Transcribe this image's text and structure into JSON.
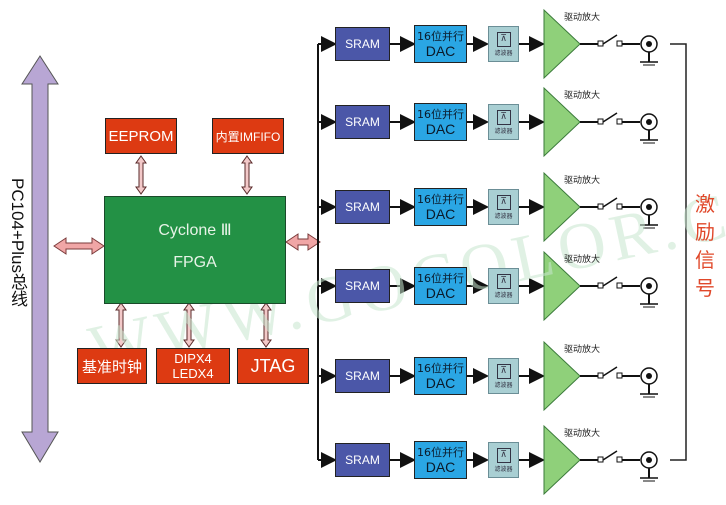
{
  "bus_label": "PC104+Plus总线",
  "fpga": {
    "line1": "Cyclone Ⅲ",
    "line2": "FPGA"
  },
  "eeprom": "EEPROM",
  "fifo": "内置IMFIFO",
  "clock": "基准时钟",
  "dip": {
    "line1": "DIPX4",
    "line2": "LEDX4"
  },
  "jtag": "JTAG",
  "output_label": "激励信号",
  "watermark": "WWW.GOCOLOR.CN",
  "channels": [
    {
      "sram": "SRAM",
      "dac_top": "16位并行",
      "dac_bottom": "DAC",
      "filter": "滤波器",
      "amp": "驱动放大"
    },
    {
      "sram": "SRAM",
      "dac_top": "16位并行",
      "dac_bottom": "DAC",
      "filter": "滤波器",
      "amp": "驱动放大"
    },
    {
      "sram": "SRAM",
      "dac_top": "16位并行",
      "dac_bottom": "DAC",
      "filter": "滤波器",
      "amp": "驱动放大"
    },
    {
      "sram": "SRAM",
      "dac_top": "16位并行",
      "dac_bottom": "DAC",
      "filter": "滤波器",
      "amp": "驱动放大"
    },
    {
      "sram": "SRAM",
      "dac_top": "16位并行",
      "dac_bottom": "DAC",
      "filter": "滤波器",
      "amp": "驱动放大"
    },
    {
      "sram": "SRAM",
      "dac_top": "16位并行",
      "dac_bottom": "DAC",
      "filter": "滤波器",
      "amp": "驱动放大"
    }
  ],
  "colors": {
    "fpga": "#239145",
    "red_block": "#dd3a12",
    "sram": "#4b57a8",
    "dac": "#2aa6e4",
    "amp": "#8fd07a",
    "bus": "#b8a6d4",
    "output_text": "#e0482a"
  }
}
